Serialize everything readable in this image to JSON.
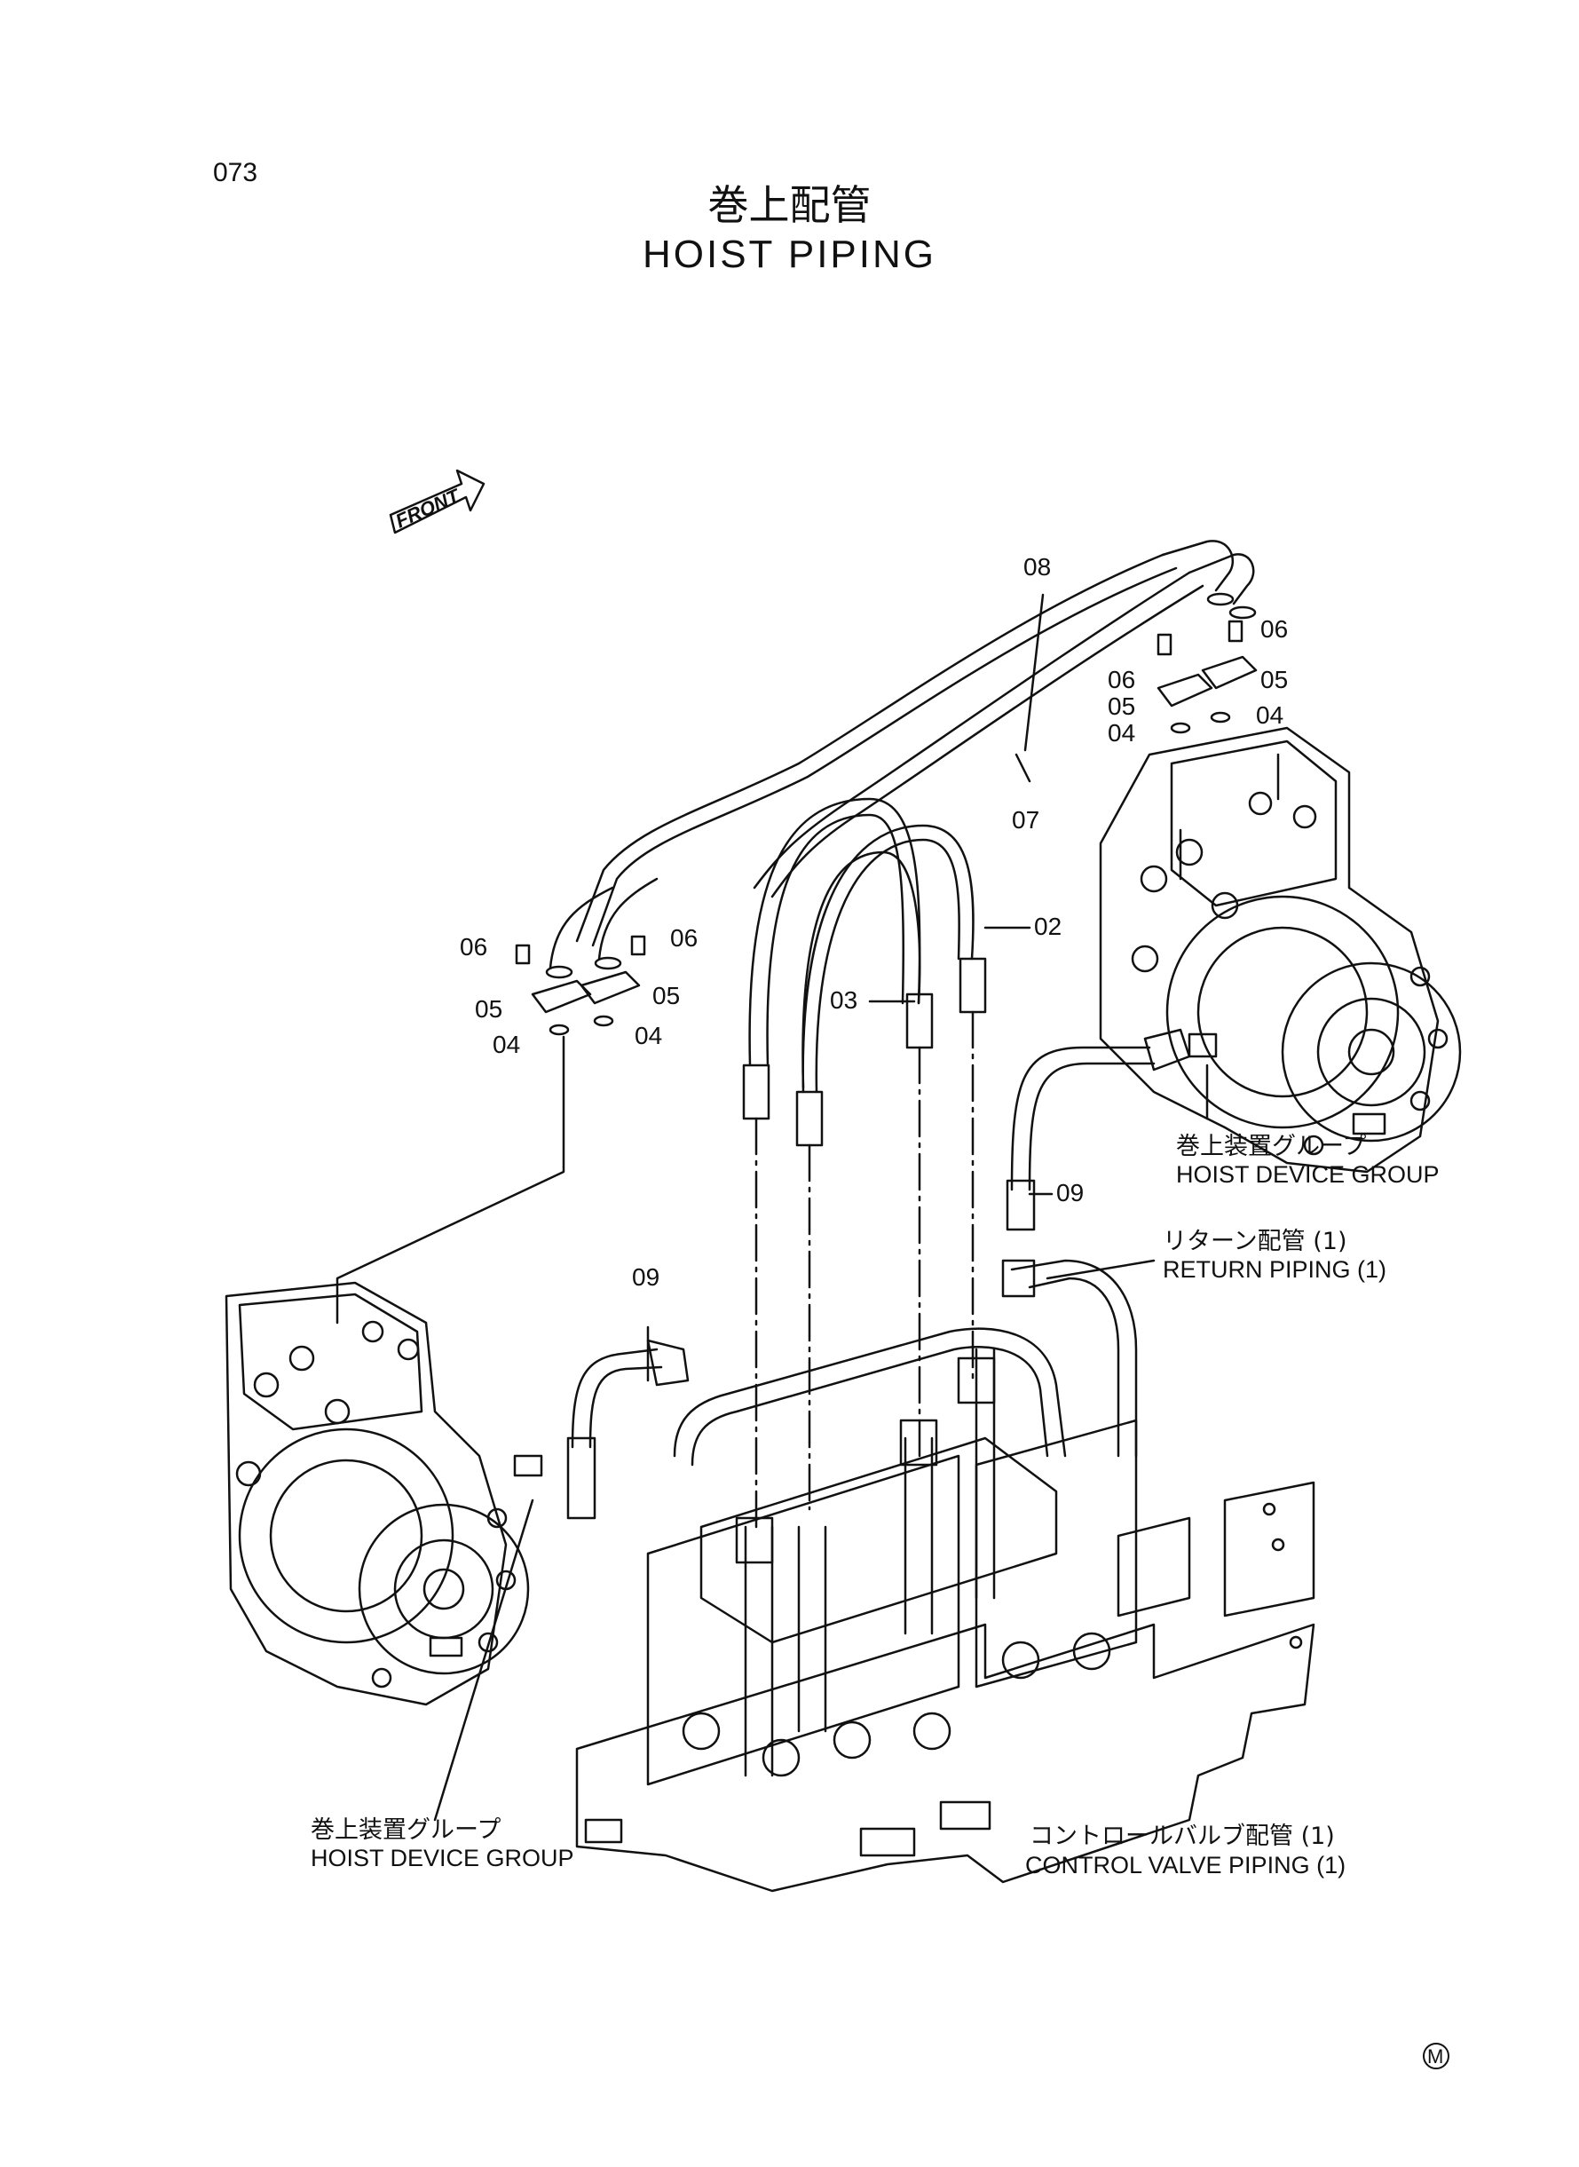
{
  "page_number": "073",
  "title_jp": "巻上配管",
  "title_en": "HOIST PIPING",
  "front_label": "FRONT",
  "callouts": {
    "c08": "08",
    "c07": "07",
    "c02": "02",
    "c03": "03",
    "c09a": "09",
    "c09b": "09",
    "c06a": "06",
    "c06b": "06",
    "c06c": "06",
    "c06d": "06",
    "c05a": "05",
    "c05b": "05",
    "c05c": "05",
    "c05d": "05",
    "c04a": "04",
    "c04b": "04",
    "c04c": "04",
    "c04d": "04"
  },
  "labels": {
    "hoist_right_jp": "巻上装置グループ",
    "hoist_right_en": "HOIST DEVICE GROUP",
    "return_jp": "リターン配管 (1)",
    "return_en": "RETURN PIPING (1)",
    "hoist_left_jp": "巻上装置グループ",
    "hoist_left_en": "HOIST DEVICE GROUP",
    "control_jp": "コントロールバルブ配管 (1)",
    "control_en": "CONTROL VALVE PIPING (1)"
  },
  "mark": "M"
}
